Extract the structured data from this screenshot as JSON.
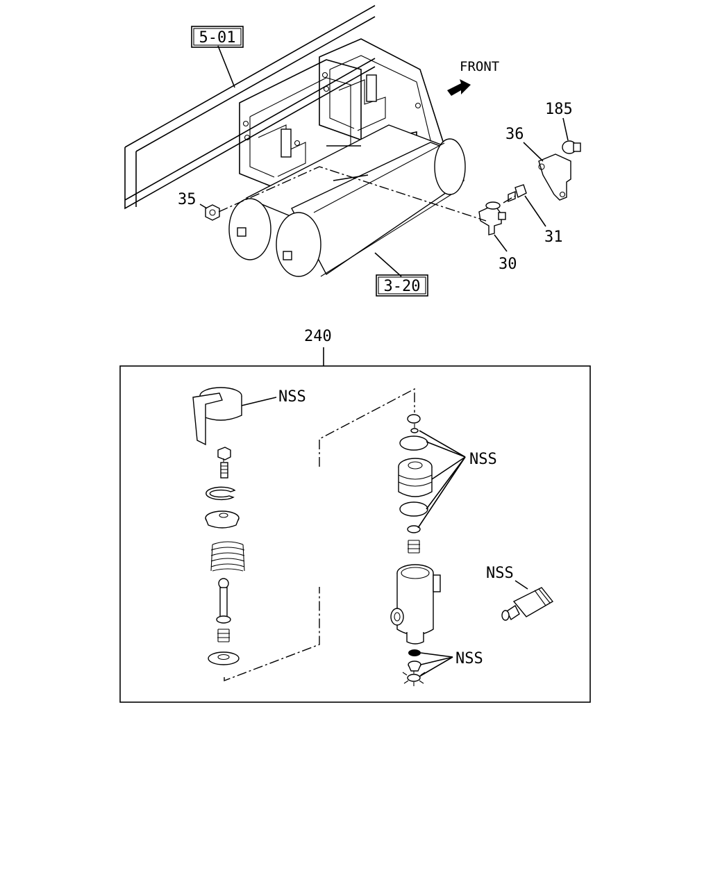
{
  "references": {
    "frame": "5-01",
    "tanks": "3-20"
  },
  "direction": {
    "label": "FRONT",
    "arrow_icon": "arrow-right-icon"
  },
  "callouts": {
    "p185": "185",
    "p36": "36",
    "p35": "35",
    "p31": "31",
    "p30": "30",
    "p240": "240"
  },
  "kit_labels": {
    "cap": "NSS",
    "seals": "NSS",
    "grease": "NSS",
    "valve": "NSS"
  }
}
